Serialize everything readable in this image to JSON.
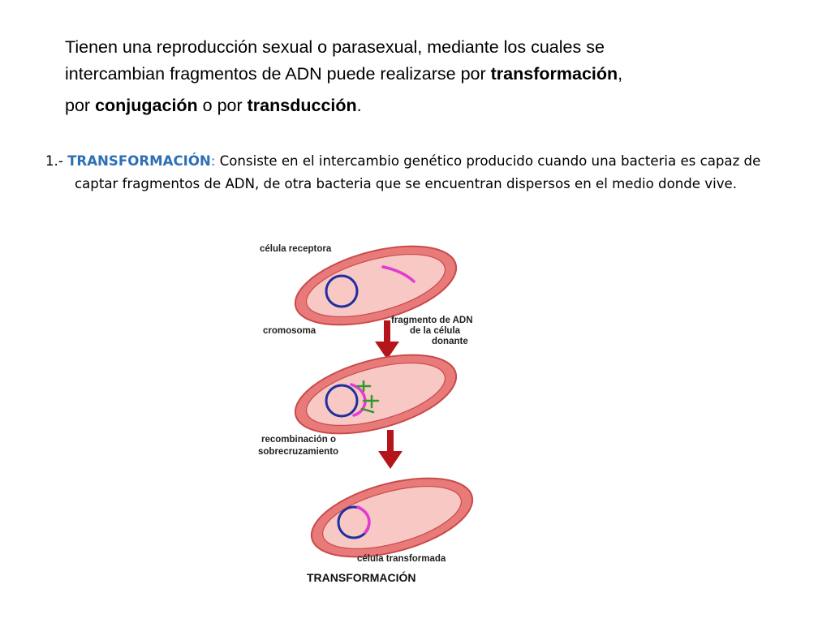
{
  "intro": {
    "line1": "Tienen una  reproducción sexual o parasexual, mediante los cuales se",
    "line2": "intercambian fragmentos de ADN puede realizarse por ",
    "term1": "transformación",
    "after1": ",",
    "por1": "por ",
    "term2": "conjugación",
    "o_por": " o por ",
    "term3": "transducción",
    "end": "."
  },
  "point": {
    "number": "1.- ",
    "keyword": "TRANSFORMACIÓN",
    "colon": ":",
    "text": " Consiste en el intercambio genético producido cuando una bacteria es capaz de captar fragmentos de ADN, de otra bacteria que se encuentran dispersos en el medio donde vive."
  },
  "diagram": {
    "label_receptor": "célula receptora",
    "label_cromosoma": "cromosoma",
    "label_fragmento_1": "fragmento de ADN",
    "label_fragmento_2": "de la célula",
    "label_fragmento_3": "donante",
    "label_recomb_1": "recombinación o",
    "label_recomb_2": "sobrecruzamiento",
    "label_transformada": "célula transformada",
    "caption": "TRANSFORMACIÓN",
    "colors": {
      "wall": "#e97a7a",
      "wall_stroke": "#c94a4a",
      "cytoplasm": "#f7c8c4",
      "chromosome": "#1f2f9e",
      "fragment": "#e23bd2",
      "enzyme": "#2e9a2e",
      "arrow": "#b4141a"
    }
  }
}
